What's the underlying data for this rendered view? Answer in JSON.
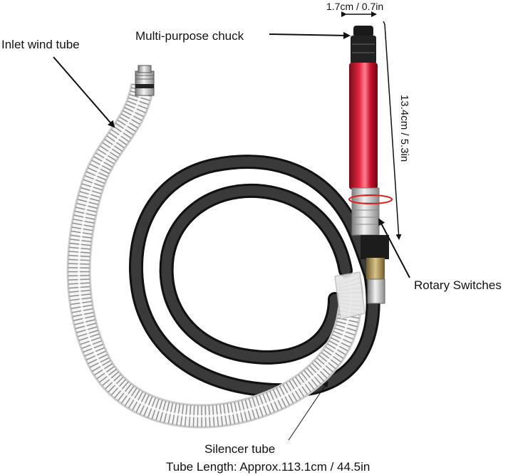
{
  "product": {
    "annotations": {
      "inlet": "Inlet wind tube",
      "chuck": "Multi-purpose chuck",
      "switches": "Rotary Switches",
      "silencer": "Silencer tube",
      "tube_length": "Tube Length: Approx.113.1cm / 44.5in"
    },
    "dimensions": {
      "chuck_width": "1.7cm / 0.7in",
      "handle_length": "13.4cm / 5.3in"
    },
    "colors": {
      "handle": "#c8102e",
      "hose": "#1a1a1a",
      "silencer": "#d9d9d9",
      "metal": "#b8b8b8",
      "switch_ring": "#e02020"
    }
  }
}
